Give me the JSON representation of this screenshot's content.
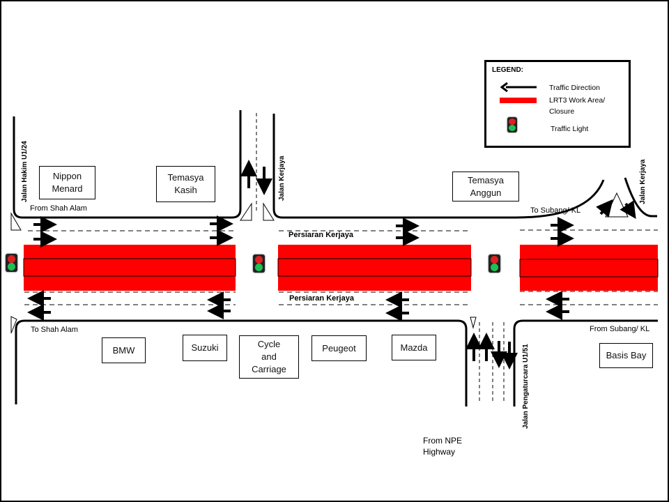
{
  "diagram": {
    "title": "Persiaran Kerjaya LRT3 traffic management layout",
    "colors": {
      "work_area": "#ff0000",
      "road_line": "#000000",
      "traffic_light_red": "#e02020",
      "traffic_light_green": "#1fbf55"
    },
    "legend": {
      "title": "LEGEND:",
      "items": [
        {
          "icon": "arrow-left-icon",
          "label": "Traffic Direction"
        },
        {
          "icon": "work-area-swatch",
          "label": "LRT3  Work Area/ Closure"
        },
        {
          "icon": "traffic-light-icon",
          "label": "Traffic Light"
        }
      ]
    },
    "roads": {
      "main_north": "Persiaran Kerjaya",
      "main_south": "Persiaran Kerjaya",
      "side_left": "Jalan Hakim U1/24",
      "side_mid": "Jalan  Kerjaya",
      "side_right": "Jalan  Kerjaya",
      "side_bottom": "Jalan  Pengaturcara  U1/51"
    },
    "direction_labels": {
      "from_shah_alam": "From Shah Alam",
      "to_shah_alam": "To Shah Alam",
      "to_subang_kl": "To Subang/ KL",
      "from_subang_kl": "From Subang/ KL",
      "from_npe_line1": "From NPE",
      "from_npe_line2": "Highway"
    },
    "buildings": {
      "north": [
        {
          "name": "Nippon Menard",
          "lines": [
            "Nippon",
            "Menard"
          ]
        },
        {
          "name": "Temasya Kasih",
          "lines": [
            "Temasya",
            "Kasih"
          ]
        },
        {
          "name": "Temasya Anggun",
          "lines": [
            "Temasya",
            "Anggun"
          ]
        }
      ],
      "south": [
        {
          "name": "BMW",
          "lines": [
            "BMW"
          ]
        },
        {
          "name": "Suzuki",
          "lines": [
            "Suzuki"
          ]
        },
        {
          "name": "Cycle and Carriage",
          "lines": [
            "Cycle",
            "and",
            "Carriage"
          ]
        },
        {
          "name": "Peugeot",
          "lines": [
            "Peugeot"
          ]
        },
        {
          "name": "Mazda",
          "lines": [
            "Mazda"
          ]
        },
        {
          "name": "Basis Bay",
          "lines": [
            "Basis Bay"
          ]
        }
      ]
    },
    "work_areas_count": 3,
    "traffic_lights_count": 3
  }
}
